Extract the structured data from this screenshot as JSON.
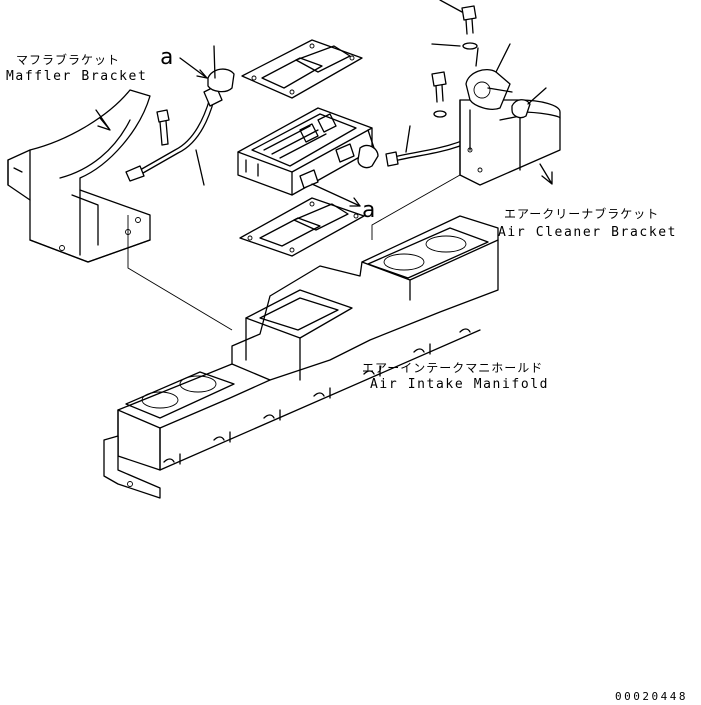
{
  "labels": {
    "muffler_bracket_jp": "マフラブラケット",
    "muffler_bracket_en": "Maffler Bracket",
    "air_cleaner_bracket_jp": "エアークリーナブラケット",
    "air_cleaner_bracket_en": "Air Cleaner Bracket",
    "intake_manifold_jp": "エアーインテークマニホールド",
    "intake_manifold_en": "Air Intake Manifold"
  },
  "callouts": {
    "a_top": "a",
    "a_bottom": "a"
  },
  "drawing_code": "00020448"
}
